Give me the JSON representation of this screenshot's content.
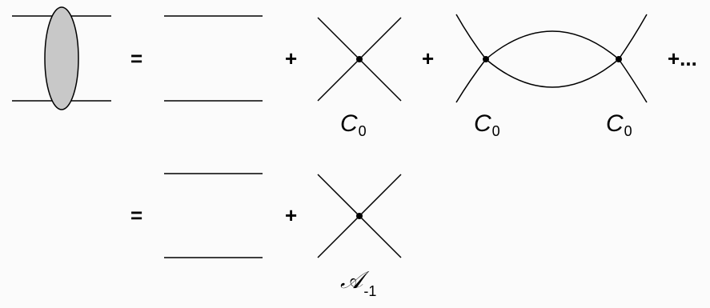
{
  "row1": {
    "equals": "=",
    "plus1": "+",
    "plus2": "+",
    "trailing": "+...",
    "vertex1": {
      "symbol": "C",
      "sub": "0"
    },
    "bubble_left": {
      "symbol": "C",
      "sub": "0"
    },
    "bubble_right": {
      "symbol": "C",
      "sub": "0"
    }
  },
  "row2": {
    "equals": "=",
    "plus": "+",
    "vertex": {
      "symbol": "𝒜",
      "sub": "-1"
    }
  },
  "colors": {
    "line": "#000000",
    "blob_fill": "#c8c8c8",
    "background": "#fbfbfb"
  }
}
